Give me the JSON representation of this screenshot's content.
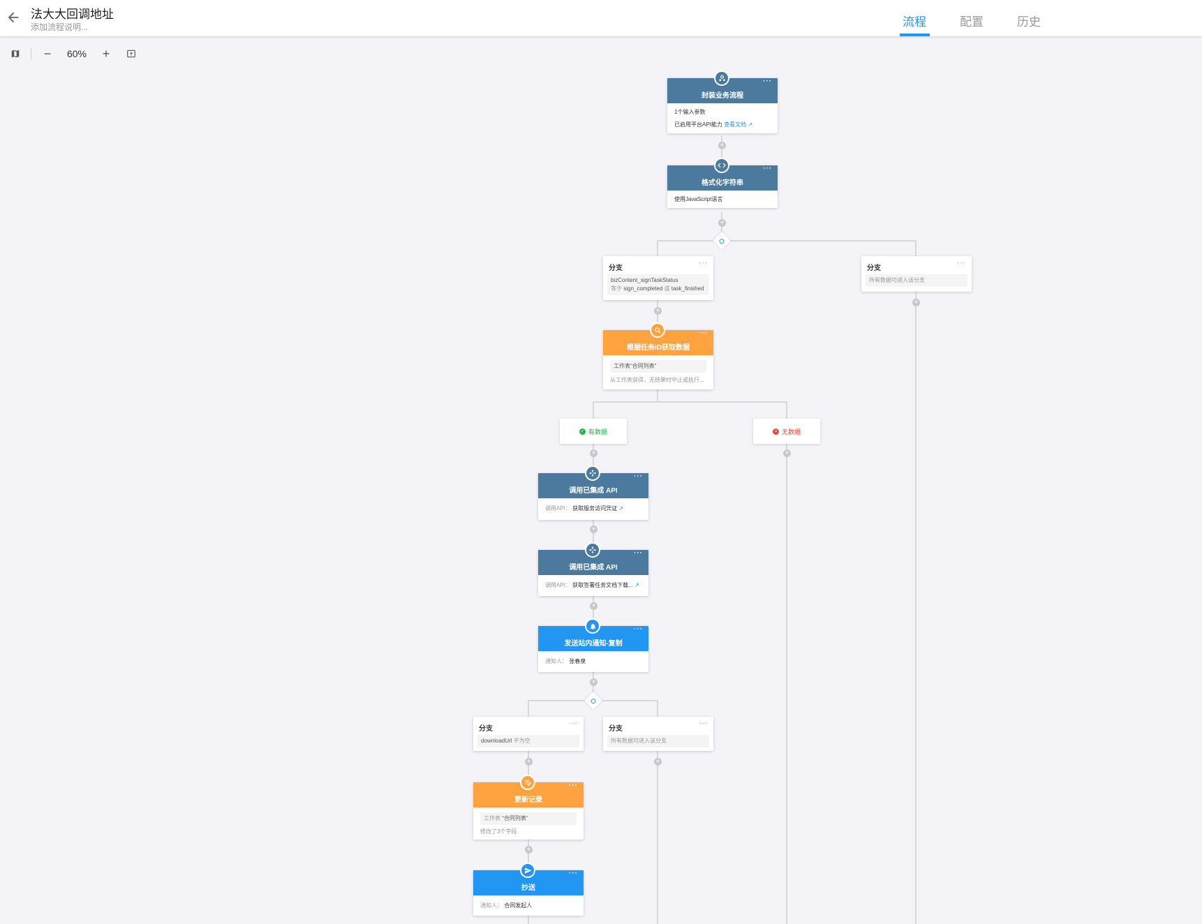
{
  "header": {
    "title": "法大大回调地址",
    "subtitle": "添加流程说明...",
    "tabs": [
      {
        "label": "流程",
        "active": true
      },
      {
        "label": "配置",
        "active": false
      },
      {
        "label": "历史",
        "active": false
      }
    ]
  },
  "toolbar": {
    "zoom": "60%"
  },
  "colors": {
    "accent": "#2196f3",
    "steel": "#4b7a9e",
    "orange": "#ffa340",
    "success": "#21b24b",
    "danger": "#f44336"
  },
  "nodes": {
    "n1": {
      "title": "封装业务流程",
      "line1": "1个输入参数",
      "line2": "已启用平台API能力",
      "link": "查看文档"
    },
    "n2": {
      "title": "格式化字符串",
      "line1": "使用JavaScript语言"
    },
    "b1": {
      "title": "分支",
      "field": "bizContent_signTaskStatus",
      "op": "等于",
      "v1": "sign_completed",
      "or": "或",
      "v2": "task_finished"
    },
    "b2": {
      "title": "分支",
      "text": "所有数据可进入该分支"
    },
    "n3": {
      "title": "根据任务ID获取数据",
      "box": "工作表“合同列表”",
      "line2": "从工作表获得，无结果时中止或执行..."
    },
    "s_yes": {
      "label": "有数据"
    },
    "s_no": {
      "label": "无数据"
    },
    "n4": {
      "title": "调用已集成 API",
      "label": "调用API：",
      "value": "获取服务访问凭证"
    },
    "n5": {
      "title": "调用已集成 API",
      "label": "调用API：",
      "value": "获取签署任务文档下载..."
    },
    "n6": {
      "title": "发送站内通知-复制",
      "label": "通知人：",
      "value": "张春泉"
    },
    "b3": {
      "title": "分支",
      "field": "downloadUrl",
      "op": "不为空"
    },
    "b4": {
      "title": "分支",
      "text": "所有数据可进入该分支"
    },
    "n7": {
      "title": "更新记录",
      "label": "工作表",
      "value": "“合同列表”",
      "line2": "修改了3个字段"
    },
    "n8": {
      "title": "抄送",
      "label": "通知人：",
      "value": "合同发起人"
    }
  }
}
